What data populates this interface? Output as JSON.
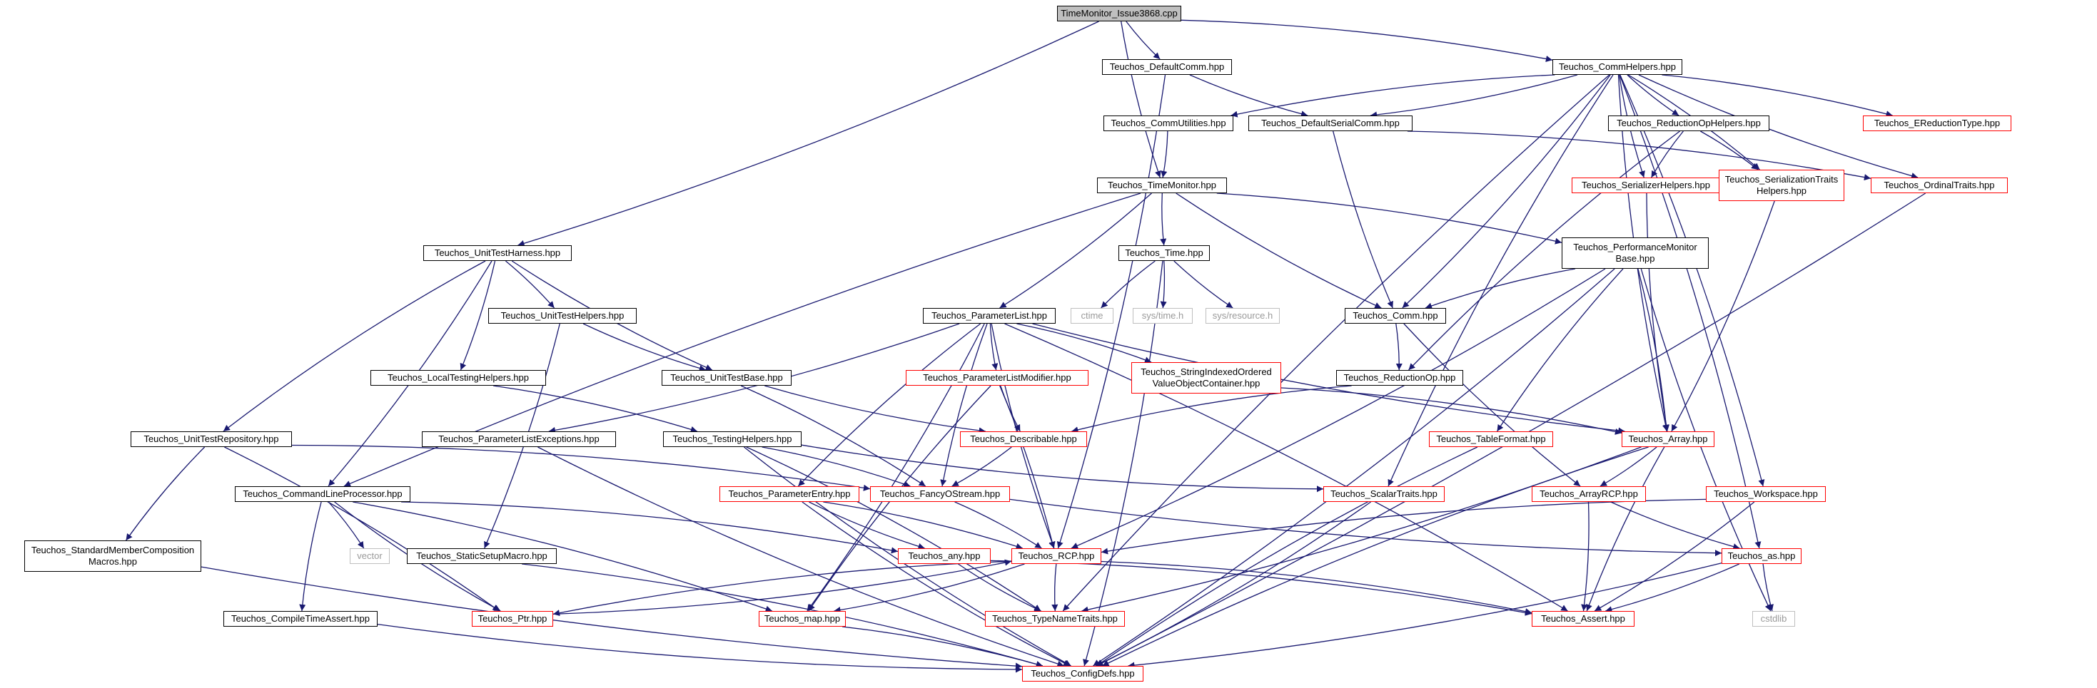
{
  "graph": {
    "nodes": [
      {
        "id": "root",
        "lines": [
          "TimeMonitor_Issue3868.cpp"
        ],
        "style": "root",
        "link": false
      },
      {
        "id": "defaultcomm",
        "lines": [
          "Teuchos_DefaultComm.hpp"
        ],
        "style": "black",
        "link": true
      },
      {
        "id": "commhelpers",
        "lines": [
          "Teuchos_CommHelpers.hpp"
        ],
        "style": "black",
        "link": true
      },
      {
        "id": "commutilities",
        "lines": [
          "Teuchos_CommUtilities.hpp"
        ],
        "style": "black",
        "link": true
      },
      {
        "id": "defaultserialcomm",
        "lines": [
          "Teuchos_DefaultSerialComm.hpp"
        ],
        "style": "black",
        "link": true
      },
      {
        "id": "reductionophelpers",
        "lines": [
          "Teuchos_ReductionOpHelpers.hpp"
        ],
        "style": "black",
        "link": true
      },
      {
        "id": "ereductiontype",
        "lines": [
          "Teuchos_EReductionType.hpp"
        ],
        "style": "red",
        "link": true
      },
      {
        "id": "timemonitor",
        "lines": [
          "Teuchos_TimeMonitor.hpp"
        ],
        "style": "black",
        "link": true
      },
      {
        "id": "serializerhelpers",
        "lines": [
          "Teuchos_SerializerHelpers.hpp"
        ],
        "style": "red",
        "link": true
      },
      {
        "id": "serializationtraitshelpers",
        "lines": [
          "Teuchos_SerializationTraits",
          "Helpers.hpp"
        ],
        "style": "red",
        "link": true
      },
      {
        "id": "ordinaltraits",
        "lines": [
          "Teuchos_OrdinalTraits.hpp"
        ],
        "style": "red",
        "link": true
      },
      {
        "id": "unittestharness",
        "lines": [
          "Teuchos_UnitTestHarness.hpp"
        ],
        "style": "black",
        "link": true
      },
      {
        "id": "time",
        "lines": [
          "Teuchos_Time.hpp"
        ],
        "style": "black",
        "link": true
      },
      {
        "id": "perfmonitorbase",
        "lines": [
          "Teuchos_PerformanceMonitor",
          "Base.hpp"
        ],
        "style": "black",
        "link": true
      },
      {
        "id": "unittesthelpers",
        "lines": [
          "Teuchos_UnitTestHelpers.hpp"
        ],
        "style": "black",
        "link": true
      },
      {
        "id": "ctime",
        "lines": [
          "ctime"
        ],
        "style": "gray",
        "link": false
      },
      {
        "id": "systime",
        "lines": [
          "sys/time.h"
        ],
        "style": "gray",
        "link": false
      },
      {
        "id": "sysresource",
        "lines": [
          "sys/resource.h"
        ],
        "style": "gray",
        "link": false
      },
      {
        "id": "parameterlist",
        "lines": [
          "Teuchos_ParameterList.hpp"
        ],
        "style": "black",
        "link": true
      },
      {
        "id": "comm",
        "lines": [
          "Teuchos_Comm.hpp"
        ],
        "style": "black",
        "link": true
      },
      {
        "id": "localtestinghelpers",
        "lines": [
          "Teuchos_LocalTestingHelpers.hpp"
        ],
        "style": "black",
        "link": true
      },
      {
        "id": "unittestbase",
        "lines": [
          "Teuchos_UnitTestBase.hpp"
        ],
        "style": "black",
        "link": true
      },
      {
        "id": "parameterlistmodifier",
        "lines": [
          "Teuchos_ParameterListModifier.hpp"
        ],
        "style": "red",
        "link": true
      },
      {
        "id": "stringindexed",
        "lines": [
          "Teuchos_StringIndexedOrdered",
          "ValueObjectContainer.hpp"
        ],
        "style": "red",
        "link": true
      },
      {
        "id": "reductionop",
        "lines": [
          "Teuchos_ReductionOp.hpp"
        ],
        "style": "black",
        "link": true
      },
      {
        "id": "unittestrepository",
        "lines": [
          "Teuchos_UnitTestRepository.hpp"
        ],
        "style": "black",
        "link": true
      },
      {
        "id": "parameterlistexceptions",
        "lines": [
          "Teuchos_ParameterListExceptions.hpp"
        ],
        "style": "black",
        "link": true
      },
      {
        "id": "testinghelpers",
        "lines": [
          "Teuchos_TestingHelpers.hpp"
        ],
        "style": "black",
        "link": true
      },
      {
        "id": "describable",
        "lines": [
          "Teuchos_Describable.hpp"
        ],
        "style": "red",
        "link": true
      },
      {
        "id": "tableformat",
        "lines": [
          "Teuchos_TableFormat.hpp"
        ],
        "style": "red",
        "link": true
      },
      {
        "id": "array",
        "lines": [
          "Teuchos_Array.hpp"
        ],
        "style": "red",
        "link": true
      },
      {
        "id": "commandlineprocessor",
        "lines": [
          "Teuchos_CommandLineProcessor.hpp"
        ],
        "style": "black",
        "link": true
      },
      {
        "id": "parameterentry",
        "lines": [
          "Teuchos_ParameterEntry.hpp"
        ],
        "style": "red",
        "link": true
      },
      {
        "id": "fancyostream",
        "lines": [
          "Teuchos_FancyOStream.hpp"
        ],
        "style": "red",
        "link": true
      },
      {
        "id": "scalartraits",
        "lines": [
          "Teuchos_ScalarTraits.hpp"
        ],
        "style": "red",
        "link": true
      },
      {
        "id": "arrayrcp",
        "lines": [
          "Teuchos_ArrayRCP.hpp"
        ],
        "style": "red",
        "link": true
      },
      {
        "id": "workspace",
        "lines": [
          "Teuchos_Workspace.hpp"
        ],
        "style": "red",
        "link": true
      },
      {
        "id": "standardmember",
        "lines": [
          "Teuchos_StandardMemberComposition",
          "Macros.hpp"
        ],
        "style": "black",
        "link": true
      },
      {
        "id": "vector",
        "lines": [
          "vector"
        ],
        "style": "gray",
        "link": false
      },
      {
        "id": "staticsetupmacro",
        "lines": [
          "Teuchos_StaticSetupMacro.hpp"
        ],
        "style": "black",
        "link": true
      },
      {
        "id": "any",
        "lines": [
          "Teuchos_any.hpp"
        ],
        "style": "red",
        "link": true
      },
      {
        "id": "rcp",
        "lines": [
          "Teuchos_RCP.hpp"
        ],
        "style": "red",
        "link": true
      },
      {
        "id": "as",
        "lines": [
          "Teuchos_as.hpp"
        ],
        "style": "red",
        "link": true
      },
      {
        "id": "compiletimeassert",
        "lines": [
          "Teuchos_CompileTimeAssert.hpp"
        ],
        "style": "black",
        "link": true
      },
      {
        "id": "ptr",
        "lines": [
          "Teuchos_Ptr.hpp"
        ],
        "style": "red",
        "link": true
      },
      {
        "id": "map",
        "lines": [
          "Teuchos_map.hpp"
        ],
        "style": "red",
        "link": true
      },
      {
        "id": "typenametraits",
        "lines": [
          "Teuchos_TypeNameTraits.hpp"
        ],
        "style": "red",
        "link": true
      },
      {
        "id": "assert",
        "lines": [
          "Teuchos_Assert.hpp"
        ],
        "style": "red",
        "link": true
      },
      {
        "id": "cstdlib",
        "lines": [
          "cstdlib"
        ],
        "style": "gray",
        "link": false
      },
      {
        "id": "configdefs",
        "lines": [
          "Teuchos_ConfigDefs.hpp"
        ],
        "style": "red",
        "link": true
      }
    ],
    "edges": [
      [
        "root",
        "defaultcomm"
      ],
      [
        "root",
        "commhelpers"
      ],
      [
        "root",
        "timemonitor"
      ],
      [
        "root",
        "unittestharness"
      ],
      [
        "defaultcomm",
        "defaultserialcomm"
      ],
      [
        "defaultcomm",
        "rcp"
      ],
      [
        "commhelpers",
        "commutilities"
      ],
      [
        "commhelpers",
        "defaultserialcomm"
      ],
      [
        "commhelpers",
        "reductionophelpers"
      ],
      [
        "commhelpers",
        "ereductiontype"
      ],
      [
        "commhelpers",
        "serializerhelpers"
      ],
      [
        "commhelpers",
        "serializationtraitshelpers"
      ],
      [
        "commhelpers",
        "ordinaltraits"
      ],
      [
        "commhelpers",
        "comm"
      ],
      [
        "commhelpers",
        "array"
      ],
      [
        "commhelpers",
        "as"
      ],
      [
        "commhelpers",
        "scalartraits"
      ],
      [
        "commhelpers",
        "workspace"
      ],
      [
        "commhelpers",
        "typenametraits"
      ],
      [
        "commutilities",
        "timemonitor"
      ],
      [
        "defaultserialcomm",
        "comm"
      ],
      [
        "defaultserialcomm",
        "ordinaltraits"
      ],
      [
        "reductionophelpers",
        "serializerhelpers"
      ],
      [
        "reductionophelpers",
        "serializationtraitshelpers"
      ],
      [
        "reductionophelpers",
        "reductionop"
      ],
      [
        "serializationtraitshelpers",
        "array"
      ],
      [
        "serializerhelpers",
        "array"
      ],
      [
        "ordinaltraits",
        "configdefs"
      ],
      [
        "timemonitor",
        "time"
      ],
      [
        "timemonitor",
        "parameterlist"
      ],
      [
        "timemonitor",
        "comm"
      ],
      [
        "timemonitor",
        "perfmonitorbase"
      ],
      [
        "timemonitor",
        "commandlineprocessor"
      ],
      [
        "unittestharness",
        "unittesthelpers"
      ],
      [
        "unittestharness",
        "unittestbase"
      ],
      [
        "unittestharness",
        "localtestinghelpers"
      ],
      [
        "unittestharness",
        "unittestrepository"
      ],
      [
        "unittestharness",
        "commandlineprocessor"
      ],
      [
        "time",
        "ctime"
      ],
      [
        "time",
        "systime"
      ],
      [
        "time",
        "sysresource"
      ],
      [
        "time",
        "configdefs"
      ],
      [
        "perfmonitorbase",
        "comm"
      ],
      [
        "perfmonitorbase",
        "array"
      ],
      [
        "perfmonitorbase",
        "tableformat"
      ],
      [
        "perfmonitorbase",
        "rcp"
      ],
      [
        "perfmonitorbase",
        "cstdlib"
      ],
      [
        "perfmonitorbase",
        "configdefs"
      ],
      [
        "unittesthelpers",
        "unittestbase"
      ],
      [
        "unittesthelpers",
        "staticsetupmacro"
      ],
      [
        "parameterlist",
        "parameterlistmodifier"
      ],
      [
        "parameterlist",
        "stringindexed"
      ],
      [
        "parameterlist",
        "array"
      ],
      [
        "parameterlist",
        "parameterlistexceptions"
      ],
      [
        "parameterlist",
        "parameterentry"
      ],
      [
        "parameterlist",
        "map"
      ],
      [
        "parameterlist",
        "rcp"
      ],
      [
        "parameterlist",
        "assert"
      ],
      [
        "parameterlist",
        "fancyostream"
      ],
      [
        "comm",
        "reductionop"
      ],
      [
        "comm",
        "arrayrcp"
      ],
      [
        "localtestinghelpers",
        "testinghelpers"
      ],
      [
        "unittestbase",
        "describable"
      ],
      [
        "unittestbase",
        "fancyostream"
      ],
      [
        "parameterlistmodifier",
        "describable"
      ],
      [
        "parameterlistmodifier",
        "rcp"
      ],
      [
        "parameterlistmodifier",
        "map"
      ],
      [
        "stringindexed",
        "array"
      ],
      [
        "reductionop",
        "describable"
      ],
      [
        "unittestrepository",
        "fancyostream"
      ],
      [
        "unittestrepository",
        "standardmember"
      ],
      [
        "unittestrepository",
        "ptr"
      ],
      [
        "parameterlistexceptions",
        "configdefs"
      ],
      [
        "testinghelpers",
        "fancyostream"
      ],
      [
        "testinghelpers",
        "scalartraits"
      ],
      [
        "testinghelpers",
        "typenametraits"
      ],
      [
        "testinghelpers",
        "configdefs"
      ],
      [
        "describable",
        "fancyostream"
      ],
      [
        "tableformat",
        "configdefs"
      ],
      [
        "array",
        "arrayrcp"
      ],
      [
        "array",
        "assert"
      ],
      [
        "array",
        "typenametraits"
      ],
      [
        "array",
        "configdefs"
      ],
      [
        "commandlineprocessor",
        "vector"
      ],
      [
        "commandlineprocessor",
        "compiletimeassert"
      ],
      [
        "commandlineprocessor",
        "any"
      ],
      [
        "commandlineprocessor",
        "ptr"
      ],
      [
        "commandlineprocessor",
        "map"
      ],
      [
        "parameterentry",
        "any"
      ],
      [
        "parameterentry",
        "rcp"
      ],
      [
        "parameterentry",
        "configdefs"
      ],
      [
        "fancyostream",
        "rcp"
      ],
      [
        "fancyostream",
        "as"
      ],
      [
        "scalartraits",
        "configdefs"
      ],
      [
        "arrayrcp",
        "as"
      ],
      [
        "arrayrcp",
        "assert"
      ],
      [
        "workspace",
        "rcp"
      ],
      [
        "workspace",
        "assert"
      ],
      [
        "standardmember",
        "configdefs"
      ],
      [
        "staticsetupmacro",
        "configdefs"
      ],
      [
        "any",
        "typenametraits"
      ],
      [
        "any",
        "assert"
      ],
      [
        "rcp",
        "ptr"
      ],
      [
        "rcp",
        "map"
      ],
      [
        "rcp",
        "typenametraits"
      ],
      [
        "rcp",
        "assert"
      ],
      [
        "ptr",
        "rcp"
      ],
      [
        "as",
        "assert"
      ],
      [
        "as",
        "cstdlib"
      ],
      [
        "as",
        "configdefs"
      ],
      [
        "compiletimeassert",
        "configdefs"
      ],
      [
        "map",
        "configdefs"
      ]
    ]
  }
}
